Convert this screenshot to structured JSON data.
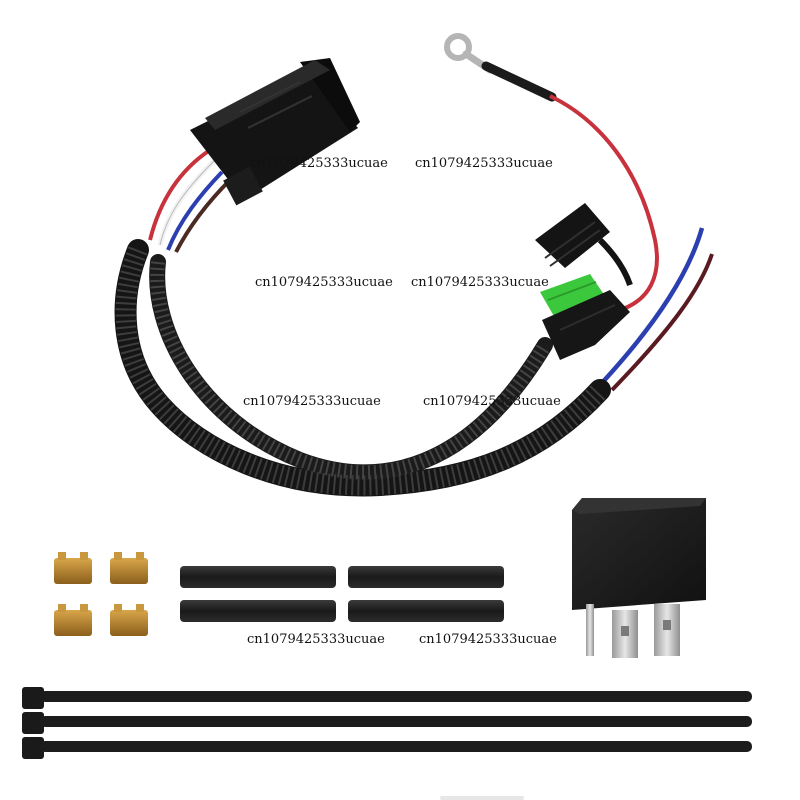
{
  "watermarks": [
    "cn1079425333ucuae",
    "cn1079425333ucuae",
    "cn1079425333ucuae",
    "cn1079425333ucuae",
    "cn1079425333ucuae",
    "cn1079425333ucuae",
    "cn1079425333ucuae",
    "cn1079425333ucuae"
  ],
  "colors": {
    "background": "#ffffff",
    "cable_sleeve": "#1a1a1a",
    "wire_red": "#c8323c",
    "wire_blue": "#2b3fb0",
    "wire_white": "#f2f2f2",
    "fuse_green": "#3cc83c",
    "connector_copper": "#b8862e",
    "terminal_silver": "#c9c9c9"
  }
}
